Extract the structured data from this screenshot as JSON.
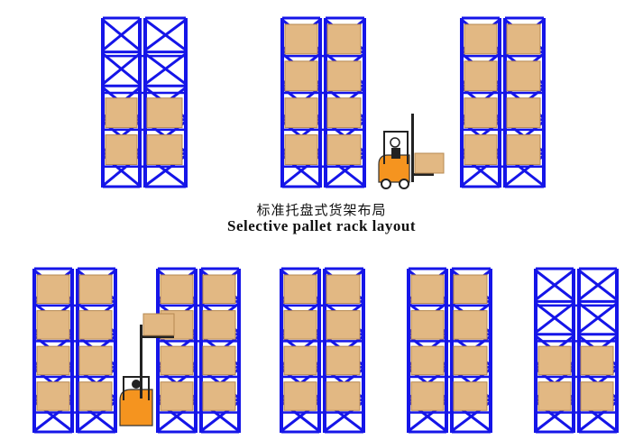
{
  "caption": {
    "chinese": "标准托盘式货架布局",
    "english": "Selective pallet rack layout"
  },
  "colors": {
    "rack_frame": "#1515e8",
    "pallet_box": "#e2b883",
    "pallet_box_edge": "#b58852",
    "forklift_body": "#f5941f",
    "forklift_mast": "#222222"
  },
  "icons": [
    "rack-unit",
    "pallet-box",
    "forklift-icon"
  ],
  "layout_summary": {
    "top_row_rack_units": 3,
    "bottom_row_rack_units": 5,
    "forklifts": 2
  }
}
